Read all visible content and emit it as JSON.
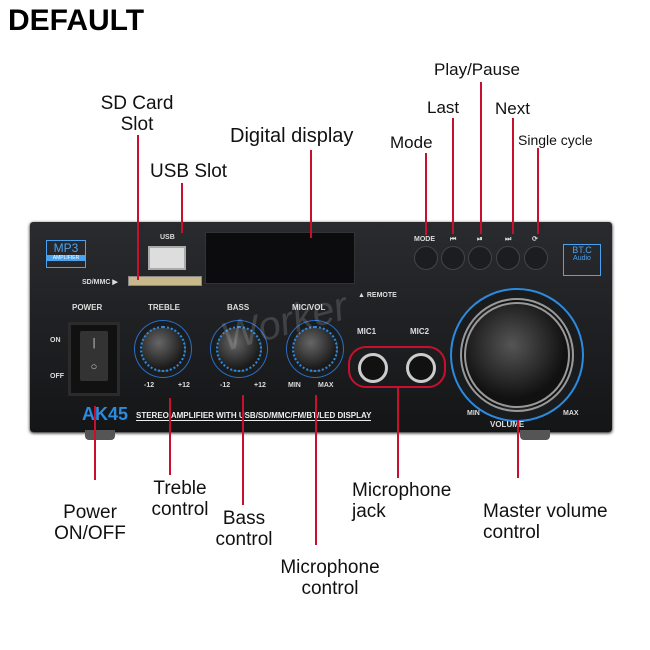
{
  "title": "DEFAULT",
  "labels": {
    "sd_card": "SD Card\nSlot",
    "usb": "USB Slot",
    "display": "Digital display",
    "mode": "Mode",
    "last": "Last",
    "play_pause": "Play/Pause",
    "next": "Next",
    "single_cycle": "Single cycle",
    "power": "Power\nON/OFF",
    "treble": "Treble\ncontrol",
    "bass": "Bass\ncontrol",
    "mic_control": "Microphone\ncontrol",
    "mic_jack": "Microphone\njack",
    "master_volume": "Master volume\ncontrol"
  },
  "device": {
    "usb": "USB",
    "sdmmc": "SD/MMC ▶",
    "mp3": "MP3",
    "amplifier": "AMPLIFIER",
    "bt": "BT.C",
    "audio": "Audio",
    "mode": "MODE",
    "remote": "▲ REMOTE",
    "power": "POWER",
    "on": "ON",
    "off": "OFF",
    "treble": "TREBLE",
    "bass": "BASS",
    "micvol": "MIC/VOL",
    "mic1": "MIC1",
    "mic2": "MIC2",
    "m12": "-12",
    "p12": "+12",
    "min": "MIN",
    "max": "MAX",
    "volume": "VOLUME",
    "model": "AK45",
    "tagline": "STEREO AMPLIFIER WITH USB/SD/MMC/FM/BT/LED DISPLAY",
    "watermark": "Worker"
  },
  "colors": {
    "accent": "#2a8be0",
    "line": "#c8102e"
  }
}
